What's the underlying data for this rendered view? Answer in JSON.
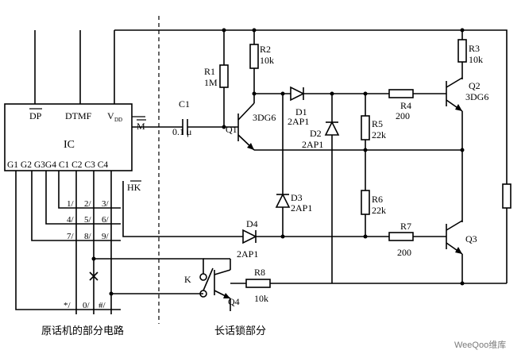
{
  "ic": {
    "pin_dp": "DP",
    "pin_dtmf": "DTMF",
    "pin_vdd": "V",
    "pin_vdd_sub": "DD",
    "title": "IC",
    "pins_bottom": "G1 G2 G3G4 C1 C2 C3 C4",
    "pin_m": "M",
    "pin_hk": "HK"
  },
  "components": {
    "r1_name": "R1",
    "r1_value": "1M",
    "r2_name": "R2",
    "r2_value": "10k",
    "r3_name": "R3",
    "r3_value": "10k",
    "r4_name": "R4",
    "r4_value": "200",
    "r5_name": "R5",
    "r5_value": "22k",
    "r6_name": "R6",
    "r6_value": "22k",
    "r7_name": "R7",
    "r7_value": "200",
    "r8_name": "R8",
    "r8_value": "10k",
    "c1_name": "C1",
    "c1_value": "0.1 μ",
    "q1_name": "Q1",
    "q1_type": "3DG6",
    "q2_name": "Q2",
    "q2_type": "3DG6",
    "q3_name": "Q3",
    "q4_name": "Q4",
    "d1_name": "D1",
    "d1_type": "2AP1",
    "d2_name": "D2",
    "d2_type": "2AP1",
    "d3_name": "D3",
    "d3_type": "2AP1",
    "d4_name": "D4",
    "d4_type": "2AP1",
    "k_name": "K"
  },
  "keypad": {
    "rows": [
      [
        "1/",
        "2/",
        "3/"
      ],
      [
        "4/",
        "5/",
        "6/"
      ],
      [
        "7/",
        "8/",
        "9/"
      ],
      [
        "*/",
        "0/",
        "#/"
      ]
    ]
  },
  "captions": {
    "left": "原话机的部分电路",
    "right": "长话锁部分"
  },
  "watermark": "WeeQoo维库"
}
